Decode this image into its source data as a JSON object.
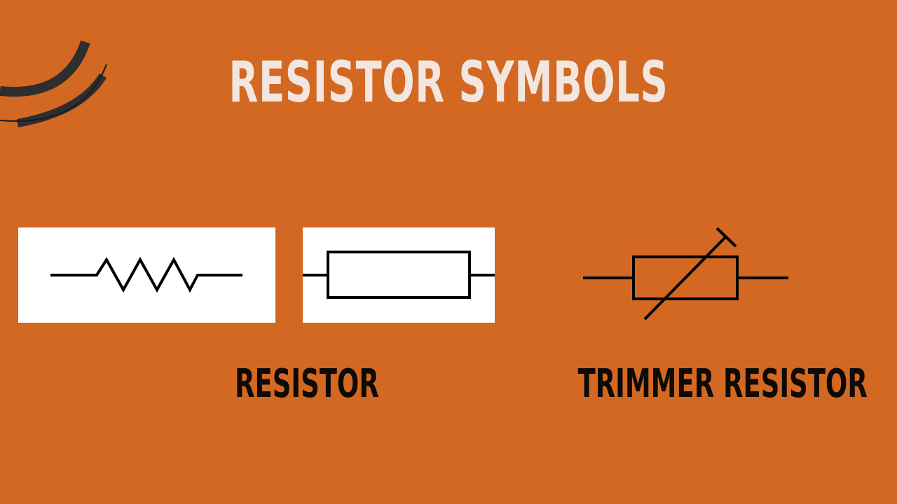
{
  "slide": {
    "title": "RESISTOR SYMBOLS",
    "background_color": "#d36822",
    "title_color": "#f2e6df",
    "caption_color": "#0d0a08"
  },
  "symbols": [
    {
      "id": "resistor-zigzag",
      "kind": "zigzag resistor symbol"
    },
    {
      "id": "resistor-rectangle",
      "kind": "rectangular resistor symbol"
    },
    {
      "id": "trimmer-resistor",
      "kind": "rectangle with diagonal adjust line and T-bar"
    }
  ],
  "captions": {
    "resistor": "RESISTOR",
    "trimmer": "TRIMMER RESISTOR"
  }
}
